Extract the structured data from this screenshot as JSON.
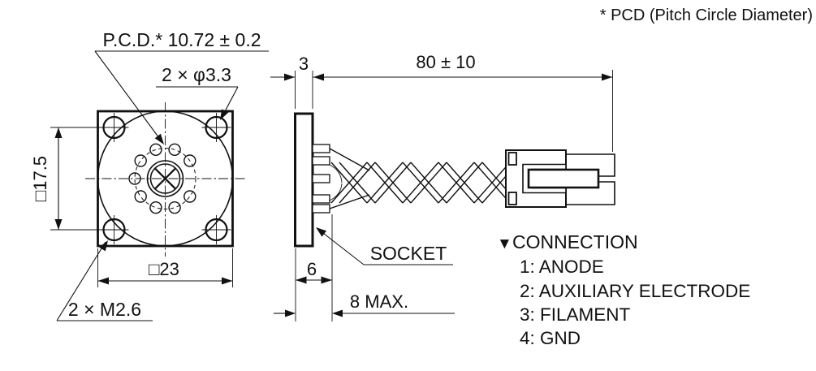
{
  "note": {
    "text": "* PCD (Pitch Circle Diameter)"
  },
  "front_view": {
    "pcd_label": "P.C.D.* 10.72 ± 0.2",
    "hole_label": "2 × φ3.3",
    "height_dim": "□17.5",
    "width_dim": "□23",
    "screw_label": "2 × M2.6"
  },
  "side_view": {
    "thickness_dim": "3",
    "cable_length_dim": "80 ± 10",
    "socket_label": "SOCKET",
    "depth_dim": "6",
    "max_depth_dim": "8 MAX."
  },
  "connection_legend": {
    "marker": "▼",
    "title": "CONNECTION",
    "items": [
      "1: ANODE",
      "2: AUXILIARY ELECTRODE",
      "3: FILAMENT",
      "4: GND"
    ]
  },
  "colors": {
    "line": "#111111",
    "background": "#ffffff"
  }
}
